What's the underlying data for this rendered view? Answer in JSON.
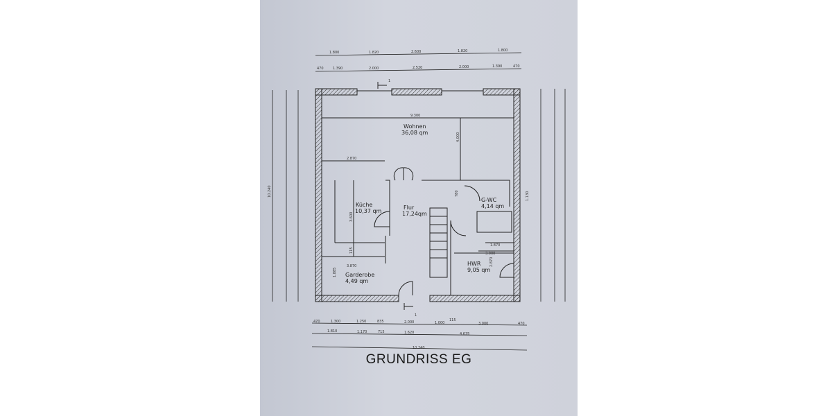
{
  "title": "GRUNDRISS EG",
  "rooms": [
    {
      "name": "Wohnen",
      "area": "36,08 qm"
    },
    {
      "name": "Küche",
      "area": "10,37 qm"
    },
    {
      "name": "Flur",
      "area": "17,24qm"
    },
    {
      "name": "G-WC",
      "area": "4,14 qm"
    },
    {
      "name": "HWR",
      "area": "9,05 qm"
    },
    {
      "name": "Garderobe",
      "area": "4,49 qm"
    }
  ],
  "section_marker": "1",
  "dims_top_1": [
    "1.800",
    "1.820",
    "2.600",
    "1.820",
    "1.800"
  ],
  "dims_top_2": [
    "470",
    "1.390",
    "2.000",
    "2.520",
    "2.000",
    "1.390",
    "470"
  ],
  "dims_bottom_1": [
    "470",
    "1.300",
    "1.250",
    "835",
    "2.000",
    "1.000",
    "115",
    "3.000",
    "470"
  ],
  "dims_bottom_2": [
    "1.810",
    "1.170",
    "715",
    "1.620",
    "4.635"
  ],
  "dims_bottom_total": "10.240",
  "dims_inner": [
    "9.300",
    "4.000",
    "2.870",
    "3.600",
    "1.870",
    "3.000",
    "2.870",
    "3.870",
    "1.885",
    "115",
    "780",
    "1.130"
  ],
  "dims_left_total": "10.240"
}
